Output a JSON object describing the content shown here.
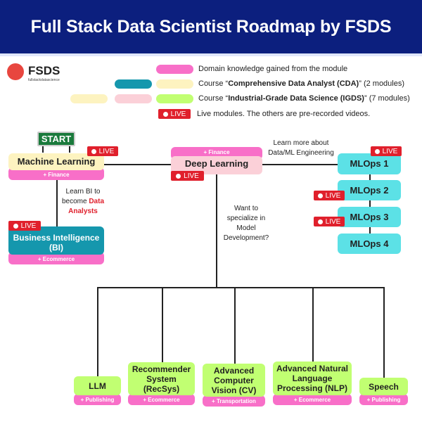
{
  "title": "Full Stack Data Scientist Roadmap by FSDS",
  "logo": {
    "name": "FSDS",
    "tagline": "fullstackdatascience"
  },
  "legend": {
    "domain": "Domain knowledge gained from the module",
    "cda_prefix": "Course “",
    "cda_bold": "Comprehensive Data Analyst (CDA)",
    "cda_suffix": "” (2 modules)",
    "igds_prefix": "Course “",
    "igds_bold": "Industrial-Grade Data Science (IGDS)",
    "igds_suffix": "” (7 modules)",
    "live_text": "Live modules. The others are pre-recorded videos."
  },
  "live_label": "LIVE",
  "start": "START",
  "colors": {
    "cda_teal": "#1597ad",
    "cream": "#fdf3c0",
    "pink_light": "#fbd0d8",
    "green": "#c1ff72",
    "cyan": "#5ce1e6",
    "domain_pink": "#f86fc8",
    "live_red": "#e0202c",
    "header": "#0c1f7e"
  },
  "nodes": {
    "ml": {
      "label": "Machine Learning",
      "domain": "+ Finance"
    },
    "bi": {
      "label": "Business Intelligence (BI)",
      "domain": "+ Ecommerce"
    },
    "dl": {
      "label": "Deep Learning",
      "domain": "+ Finance"
    },
    "mlops1": {
      "label": "MLOps 1"
    },
    "mlops2": {
      "label": "MLOps 2"
    },
    "mlops3": {
      "label": "MLOps 3"
    },
    "mlops4": {
      "label": "MLOps 4"
    },
    "llm": {
      "label": "LLM",
      "domain": "+ Publishing"
    },
    "recsys": {
      "label": "Recommender System (RecSys)",
      "domain": "+ Ecommerce"
    },
    "cv": {
      "label": "Advanced Computer Vision (CV)",
      "domain": "+ Transportation"
    },
    "nlp": {
      "label": "Advanced Natural Language Processing (NLP)",
      "domain": "+ Ecommerce"
    },
    "speech": {
      "label": "Speech",
      "domain": "+ Publishing"
    }
  },
  "notes": {
    "bi_prefix": "Learn BI to become ",
    "bi_highlight": "Data Analysts",
    "mle": "Learn more about Data/ML Engineering",
    "model_dev": "Want to specialize in Model Development?"
  }
}
